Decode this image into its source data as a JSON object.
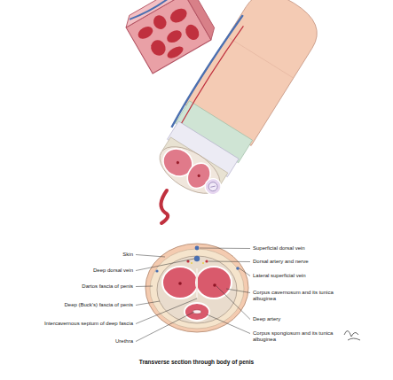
{
  "diagram": {
    "caption": "Transverse section through body of penis",
    "labels": [
      "Skin",
      "Deep dorsal vein",
      "Dartos fascia of penis",
      "Deep (Buck's) fascia of penis",
      "Intercavernous septum of deep fascia",
      "Urethra",
      "Superficial dorsal vein",
      "Dorsal artery and nerve",
      "Lateral superficial vein",
      "Corpus cavernosum and its tunica albuginea",
      "Deep artery",
      "Corpus spongiosum and its tunica albuginea"
    ]
  }
}
